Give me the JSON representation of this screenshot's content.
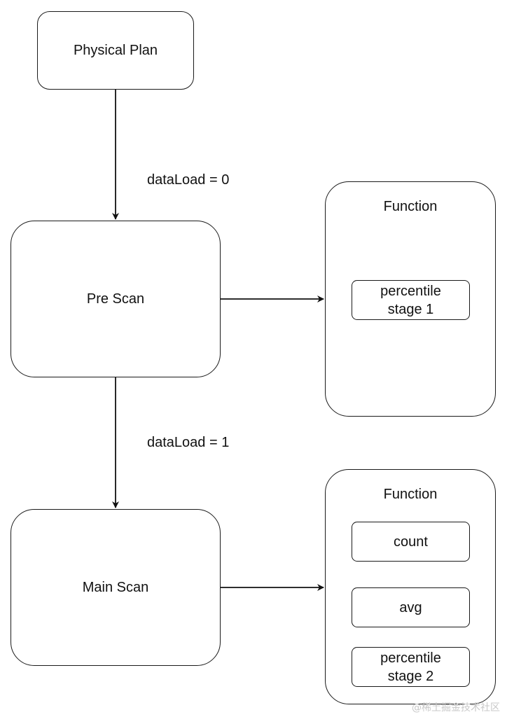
{
  "nodes": {
    "physical_plan": "Physical Plan",
    "pre_scan": "Pre Scan",
    "main_scan": "Main Scan"
  },
  "edges": {
    "label_1": "dataLoad = 0",
    "label_2": "dataLoad = 1"
  },
  "function_boxes": [
    {
      "title": "Function",
      "items": [
        {
          "line1": "percentile",
          "line2": "stage 1"
        }
      ]
    },
    {
      "title": "Function",
      "items": [
        {
          "line1": "count"
        },
        {
          "line1": "avg"
        },
        {
          "line1": "percentile",
          "line2": "stage 2"
        }
      ]
    }
  ],
  "watermark": "@稀土掘金技术社区"
}
